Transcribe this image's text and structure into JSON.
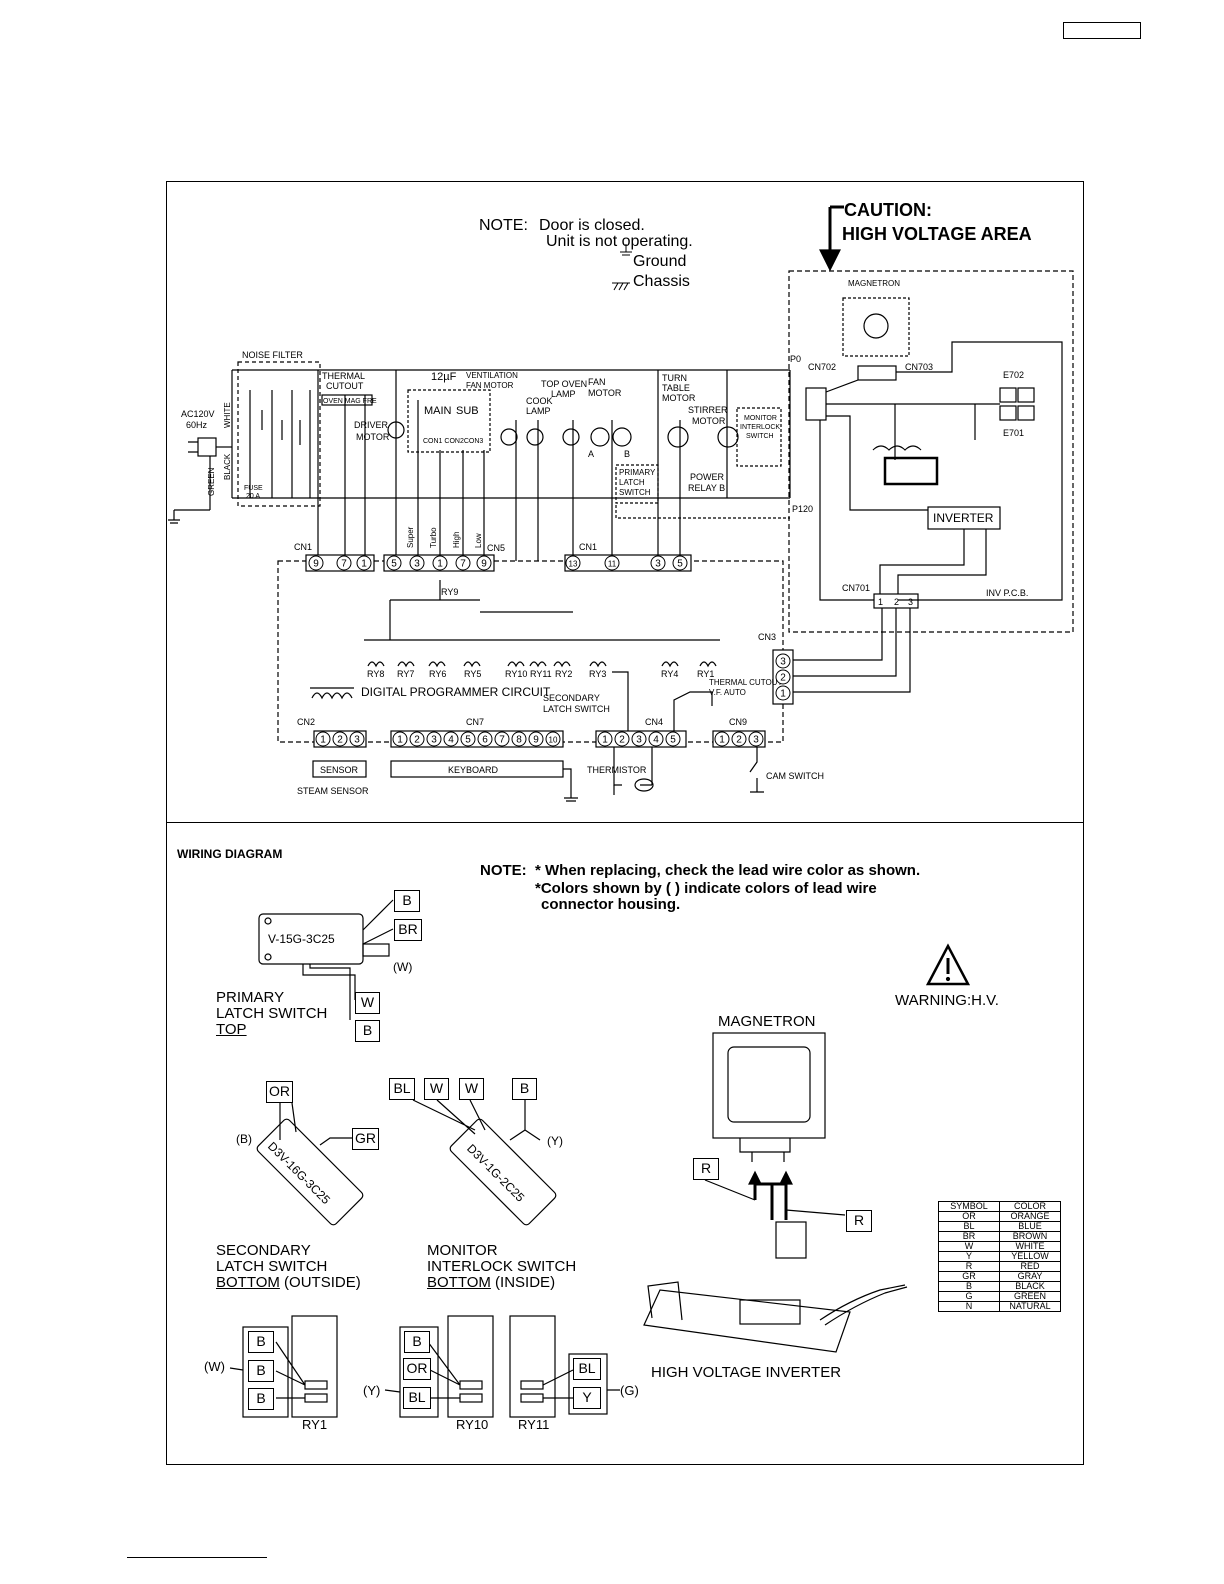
{
  "schematic": {
    "note_title": "NOTE:",
    "note_line1": "Door is closed.",
    "note_line2": "Unit is not operating.",
    "ground_label": "Ground",
    "chassis_label": "Chassis",
    "caution_line1": "CAUTION:",
    "caution_line2": "HIGH VOLTAGE AREA",
    "labels": {
      "noise_filter": "NOISE FILTER",
      "thermal_cutout": "THERMAL",
      "thermal_cutout2": "CUTOUT",
      "oven_mag_fre": "OVEN MAG FRE",
      "ac_in": "AC120V",
      "hz": "60Hz",
      "white": "WHITE",
      "black": "BLACK",
      "green": "GREEN",
      "fuse": "FUSE",
      "fuse_amp": "20 A",
      "driver_motor": "DRIVER",
      "driver_motor2": "MOTOR",
      "cap_12uf": "12µF",
      "vent_fan": "VENTILATION",
      "vent_fan2": "FAN MOTOR",
      "main": "MAIN",
      "sub": "SUB",
      "con": "CON1 CON2CON3",
      "cook_lamp": "COOK",
      "cook_lamp2": "LAMP",
      "top_oven_lamp": "TOP OVEN",
      "top_oven_lamp2": "LAMP",
      "fan_motor": "FAN",
      "fan_motor2": "MOTOR",
      "turn_table": "TURN",
      "turn_table2": "TABLE",
      "turn_table3": "MOTOR",
      "stirrer": "STIRRER",
      "stirrer2": "MOTOR",
      "monitor_sw": "MONITOR",
      "monitor_sw2": "INTERLOCK",
      "monitor_sw3": "SWITCH",
      "primary_latch": "PRIMARY",
      "primary_latch2": "LATCH",
      "primary_latch3": "SWITCH",
      "power_relay": "POWER",
      "power_relay2": "RELAY B",
      "magnetron": "MAGNETRON",
      "cn702": "CN702",
      "cn703": "CN703",
      "e702": "E702",
      "e701": "E701",
      "p0": "P0",
      "p120": "P120",
      "inverter": "INVERTER",
      "cn701": "CN701",
      "inv_pcb": "INV P.C.B.",
      "cn1a": "CN1",
      "cn5": "CN5",
      "cn1b": "CN1",
      "cn3": "CN3",
      "super": "Super",
      "turbo": "Turbo",
      "high": "High",
      "low": "Low",
      "ry9": "RY9",
      "ry8": "RY8",
      "ry7": "RY7",
      "ry6": "RY6",
      "ry5": "RY5",
      "ry10": "RY10",
      "ry11": "RY11",
      "ry2": "RY2",
      "ry3": "RY3",
      "ry4": "RY4",
      "ry1": "RY1",
      "digital": "DIGITAL PROGRAMMER CIRCUIT",
      "secondary_latch": "SECONDARY",
      "secondary_latch2": "LATCH SWITCH",
      "thermal_cutout_vf": "THERMAL CUTOUT",
      "vf_auto": "V.F. AUTO",
      "cn2": "CN2",
      "cn7": "CN7",
      "cn4": "CN4",
      "cn9": "CN9",
      "sensor": "SENSOR",
      "steam_sensor": "STEAM SENSOR",
      "keyboard": "KEYBOARD",
      "thermistor": "THERMISTOR",
      "cam_switch": "CAM SWITCH",
      "a": "A",
      "b": "B"
    }
  },
  "wiring": {
    "title": "WIRING DIAGRAM",
    "note_title": "NOTE:",
    "note_line1": "* When replacing, check the lead wire color as shown.",
    "note_line2": "*Colors shown by ( ) indicate colors of lead wire",
    "note_line3": "connector housing.",
    "primary_part": "V-15G-3C25",
    "primary_w": "(W)",
    "primary_label1": "PRIMARY",
    "primary_label2": "LATCH SWITCH",
    "primary_label3": "TOP",
    "secondary_part": "D3V-16G-3C25",
    "secondary_b": "(B)",
    "secondary_label1": "SECONDARY",
    "secondary_label2": "LATCH SWITCH",
    "secondary_label3a": "BOTTOM",
    "secondary_label3b": " (OUTSIDE)",
    "monitor_part": "D3V-1G-2C25",
    "monitor_y": "(Y)",
    "monitor_label1": "MONITOR",
    "monitor_label2": "INTERLOCK SWITCH",
    "monitor_label3a": "BOTTOM",
    "monitor_label3b": " (INSIDE)",
    "warning": "WARNING:H.V.",
    "magnetron": "MAGNETRON",
    "hv_inverter": "HIGH VOLTAGE INVERTER",
    "ry1": "RY1",
    "ry10": "RY10",
    "ry11": "RY11",
    "ry1_w": "(W)",
    "ry10_y": "(Y)",
    "ry11_g": "(G)",
    "tags": {
      "p_b": "B",
      "p_br": "BR",
      "p_w": "W",
      "p_b2": "B",
      "s_or": "OR",
      "s_gr": "GR",
      "m_bl": "BL",
      "m_w1": "W",
      "m_w2": "W",
      "m_b": "B",
      "mag_r1": "R",
      "mag_r2": "R",
      "r1_b1": "B",
      "r1_b2": "B",
      "r1_b3": "B",
      "r10_b": "B",
      "r10_or": "OR",
      "r10_bl": "BL",
      "r11_bl": "BL",
      "r11_y": "Y"
    },
    "color_table": {
      "header": [
        "SYMBOL",
        "COLOR"
      ],
      "rows": [
        [
          "OR",
          "ORANGE"
        ],
        [
          "BL",
          "BLUE"
        ],
        [
          "BR",
          "BROWN"
        ],
        [
          "W",
          "WHITE"
        ],
        [
          "Y",
          "YELLOW"
        ],
        [
          "R",
          "RED"
        ],
        [
          "GR",
          "GRAY"
        ],
        [
          "B",
          "BLACK"
        ],
        [
          "G",
          "GREEN"
        ],
        [
          "N",
          "NATURAL"
        ]
      ]
    }
  }
}
